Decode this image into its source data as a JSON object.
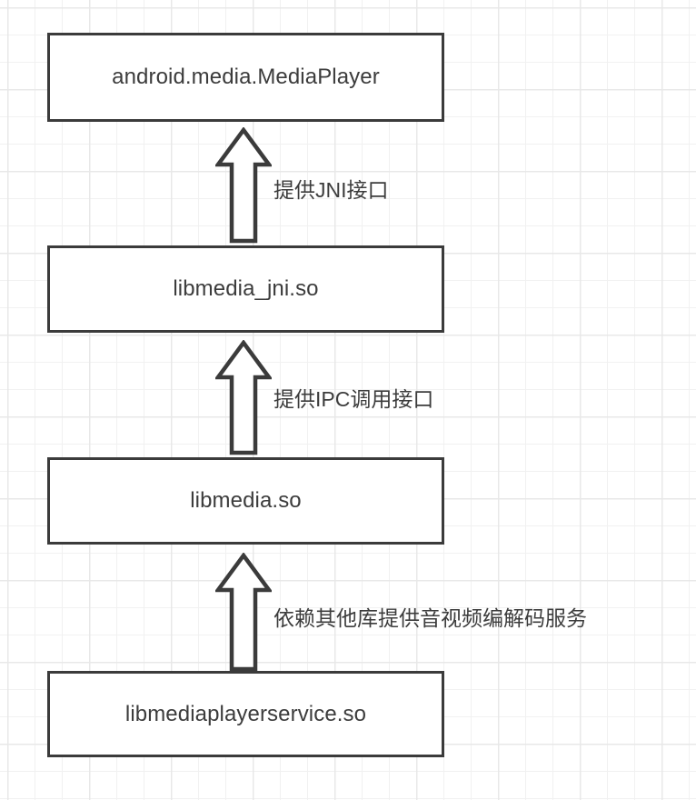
{
  "diagram": {
    "title": "Android MediaPlayer native library stack",
    "background": "#ffffff",
    "grid_minor_color": "#f1f1f1",
    "grid_major_color": "#e8e8e8",
    "stroke_color": "#3b3b3b",
    "text_color": "#3c3c3c",
    "nodes": [
      {
        "id": "node-mediaplayer",
        "label": "android.media.MediaPlayer"
      },
      {
        "id": "node-libmedia-jni",
        "label": "libmedia_jni.so"
      },
      {
        "id": "node-libmedia",
        "label": "libmedia.so"
      },
      {
        "id": "node-libmediaplayersvc",
        "label": "libmediaplayerservice.so"
      }
    ],
    "edges": [
      {
        "id": "edge-jni",
        "label": "提供JNI接口",
        "from": "libmedia_jni.so",
        "to": "android.media.MediaPlayer",
        "direction": "up"
      },
      {
        "id": "edge-ipc",
        "label": "提供IPC调用接口",
        "from": "libmedia.so",
        "to": "libmedia_jni.so",
        "direction": "up"
      },
      {
        "id": "edge-codec",
        "label": "依赖其他库提供音视频编解码服务",
        "from": "libmediaplayerservice.so",
        "to": "libmedia.so",
        "direction": "up"
      }
    ]
  }
}
